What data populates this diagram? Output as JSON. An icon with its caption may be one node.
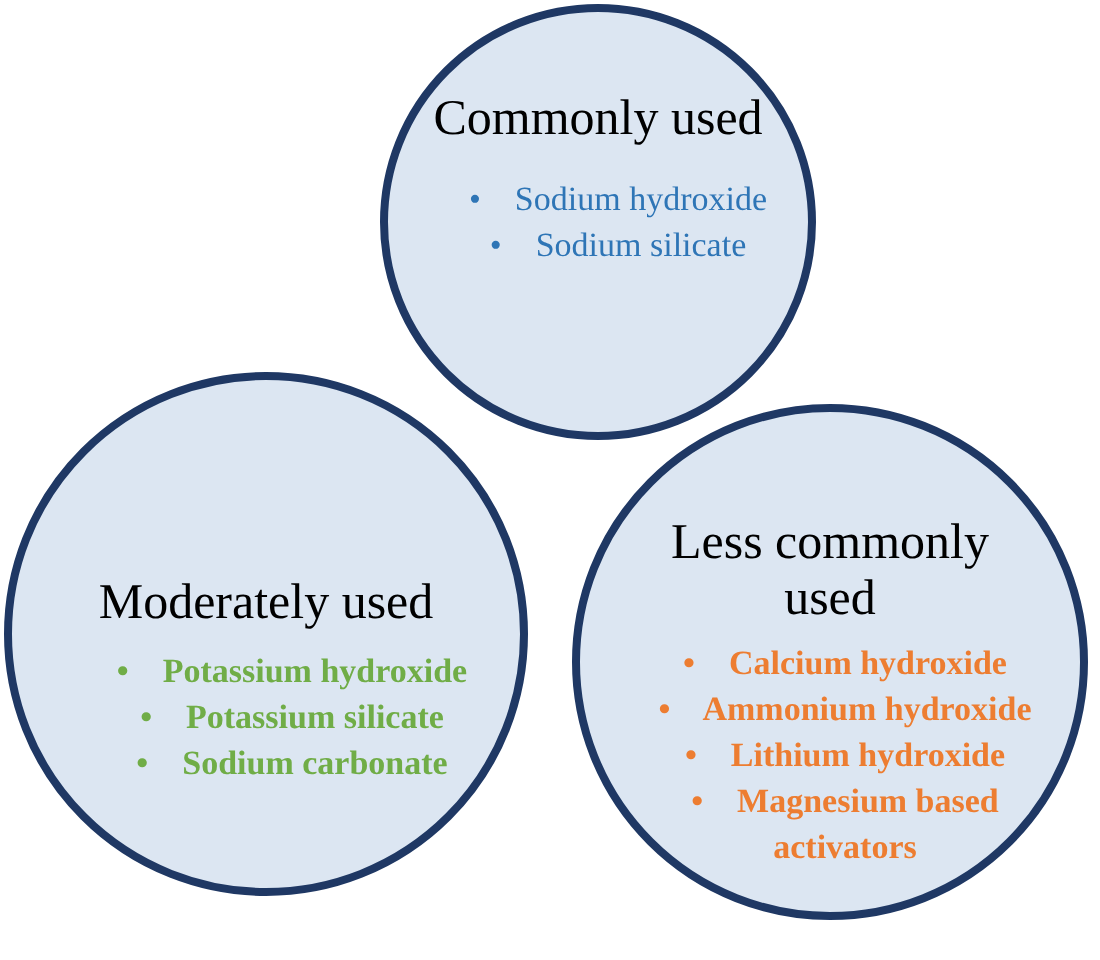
{
  "diagram": {
    "nodes": [
      {
        "text": [
          "Commonly used",
          "•    Sodium hydroxide",
          "•    Sodium silicate"
        ]
      },
      {
        "text": [
          "Moderately used",
          "•    Potassium hydroxide",
          "•    Potassium silicate",
          "•    Sodium carbonate"
        ]
      },
      {
        "text": [
          "Less commonly used",
          "•    Calcium hydroxide",
          "•    Ammonium hydroxide",
          "•    Lithium hydroxide",
          "•    Magnesium based activators"
        ]
      }
    ]
  }
}
